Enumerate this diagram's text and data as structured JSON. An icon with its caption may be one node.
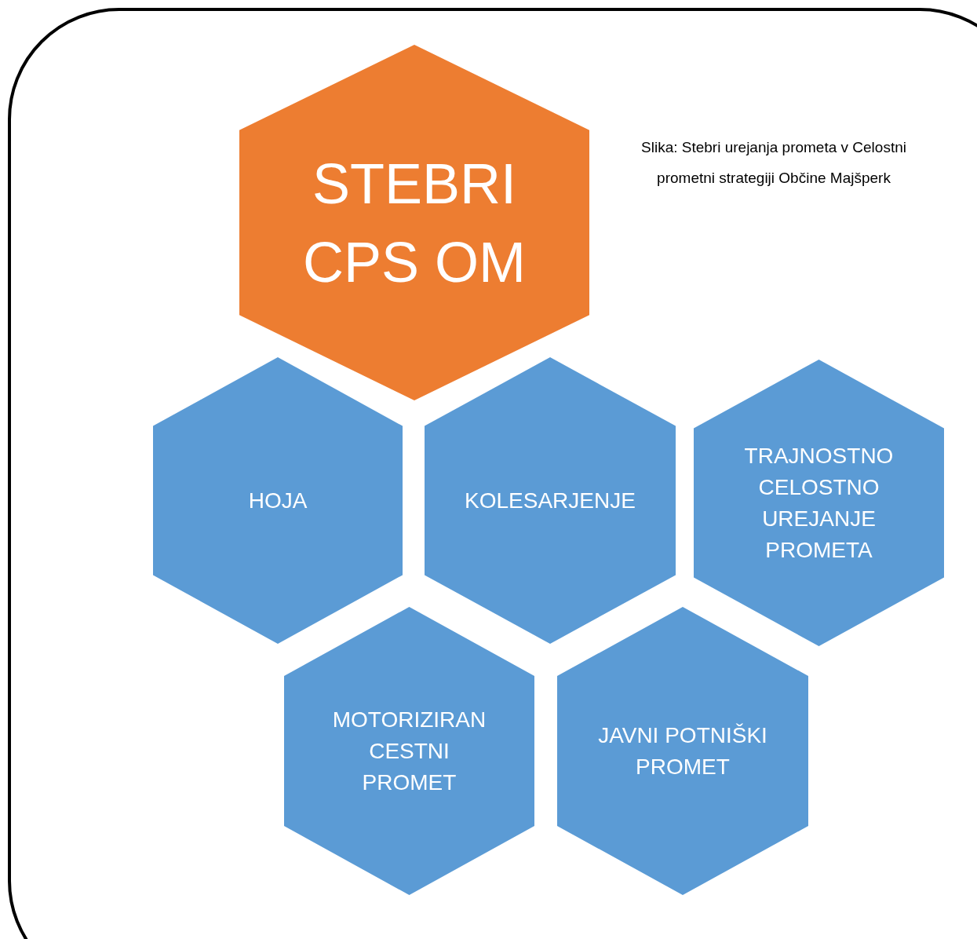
{
  "diagram": {
    "caption": "Slika: Stebri urejanja prometa v Celostni prometni strategiji Občine Majšperk",
    "nodes": [
      {
        "text": [
          "STEBRI CPS OM"
        ]
      },
      {
        "text": [
          "HOJA"
        ]
      },
      {
        "text": [
          "KOLESARJENJE"
        ]
      },
      {
        "text": [
          "TRAJNOSTNO CELOSTNO UREJANJE PROMETA"
        ]
      },
      {
        "text": [
          "MOTORIZIRAN CESTNI PROMET"
        ]
      },
      {
        "text": [
          "JAVNI POTNIŠKI PROMET"
        ]
      }
    ]
  }
}
